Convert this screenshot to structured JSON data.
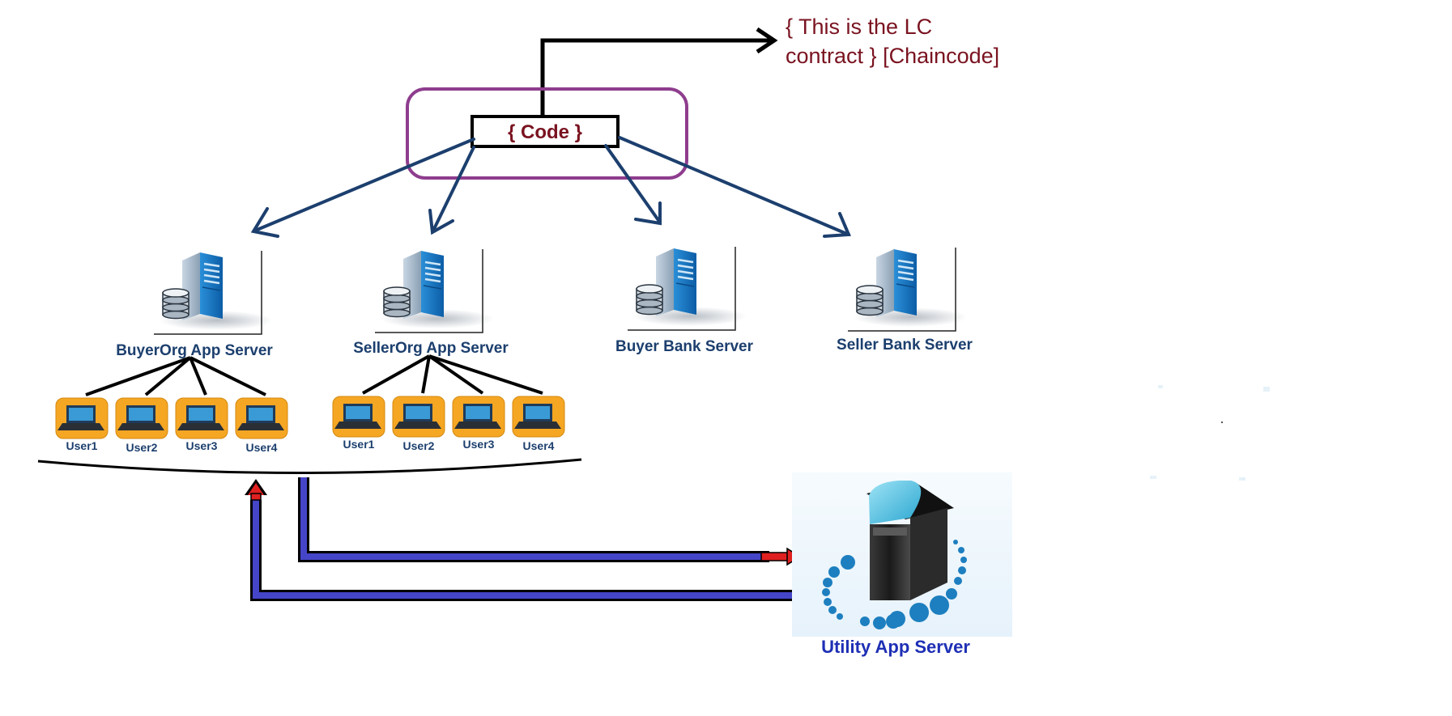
{
  "diagram": {
    "code_box_label": "{ Code }",
    "annotation_line1": "{ This is the LC",
    "annotation_line2": "contract } [Chaincode]",
    "servers": [
      {
        "label": "BuyerOrg App Server"
      },
      {
        "label": "SellerOrg App Server"
      },
      {
        "label": "Buyer Bank Server"
      },
      {
        "label": "Seller Bank Server"
      }
    ],
    "buyer_users": [
      "User1",
      "User2",
      "User3",
      "User4"
    ],
    "seller_users": [
      "User1",
      "User2",
      "User3",
      "User4"
    ],
    "utility_server_label": "Utility App Server"
  },
  "colors": {
    "annotation_text": "#7a1320",
    "code_frame": "#8e3d8e",
    "tree_arrow": "#1c3f6e",
    "server_label": "#1c3f6e",
    "utility_label": "#1e2fb5",
    "pipe_fill": "#4545c8",
    "pipe_arrow": "#e02020",
    "laptop_bg": "#f5a623"
  }
}
